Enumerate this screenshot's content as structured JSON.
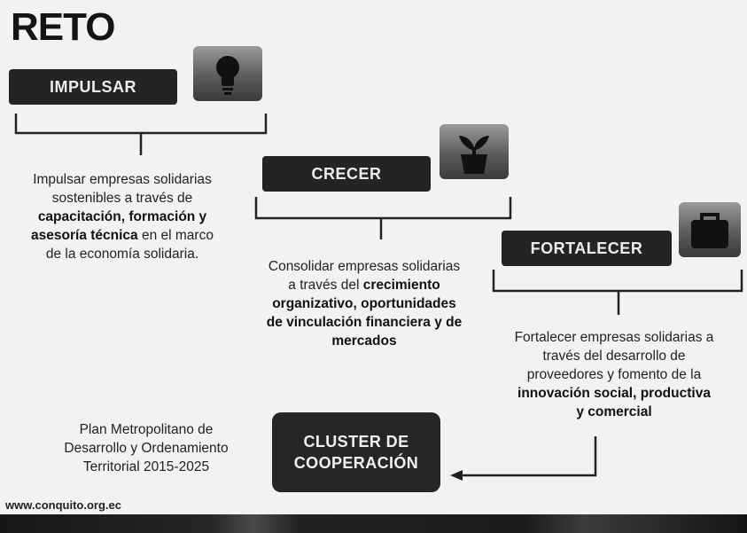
{
  "title": "RETO",
  "stages": [
    {
      "label": "IMPULSAR",
      "icon": "lightbulb-icon",
      "description": [
        [
          "Impulsar empresas solidarias"
        ],
        [
          "sostenibles a través de"
        ],
        [
          "capacitación, formación y"
        ],
        [
          "asesoría técnica",
          " en el marco"
        ],
        [
          "de la economía solidaria."
        ]
      ]
    },
    {
      "label": "CRECER",
      "icon": "plant-pot-icon",
      "description": [
        [
          "Consolidar empresas solidarias"
        ],
        [
          "a través del ",
          "crecimiento"
        ],
        [
          "organizativo, oportunidades"
        ],
        [
          "de vinculación financiera y de"
        ],
        [
          "mercados"
        ]
      ]
    },
    {
      "label": "FORTALECER",
      "icon": "briefcase-icon",
      "description": [
        [
          "Fortalecer empresas solidarias a"
        ],
        [
          "través del desarrollo de"
        ],
        [
          "proveedores y fomento de la"
        ],
        [
          "innovación social, productiva"
        ],
        [
          "y comercial"
        ]
      ]
    }
  ],
  "cluster": {
    "line1": "CLUSTER DE",
    "line2": "COOPERACIÓN"
  },
  "plan": {
    "line1": "Plan Metropolitano de",
    "line2": "Desarrollo y Ordenamiento",
    "line3": "Territorial 2015-2025"
  },
  "footer_url": "www.conquito.org.ec"
}
